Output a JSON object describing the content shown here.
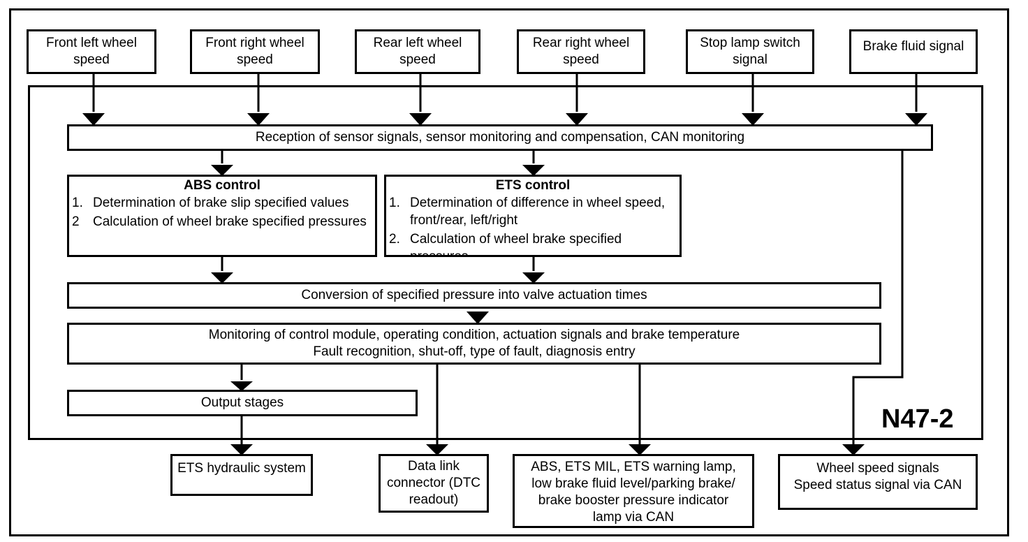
{
  "inputs": [
    {
      "l1": "Front left wheel",
      "l2": "speed"
    },
    {
      "l1": "Front right wheel",
      "l2": "speed"
    },
    {
      "l1": "Rear left wheel",
      "l2": "speed"
    },
    {
      "l1": "Rear right wheel",
      "l2": "speed"
    },
    {
      "l1": "Stop lamp switch",
      "l2": "signal"
    },
    {
      "l1": "Brake fluid signal",
      "l2": ""
    }
  ],
  "reception": "Reception of sensor signals, sensor monitoring and compensation, CAN monitoring",
  "abs": {
    "title": "ABS control",
    "items": [
      {
        "num": "1.",
        "text": "Determination of brake slip specified values"
      },
      {
        "num": "2",
        "text": "Calculation of wheel brake specified pressures"
      }
    ]
  },
  "ets": {
    "title": "ETS control",
    "items": [
      {
        "num": "1.",
        "text": "Determination of difference in wheel speed, front/rear, left/right"
      },
      {
        "num": "2.",
        "text": "Calculation of wheel brake specified pressures"
      }
    ]
  },
  "conversion": "Conversion of specified pressure into valve actuation times",
  "monitoring": {
    "l1": "Monitoring of control module, operating condition, actuation signals and brake temperature",
    "l2": "Fault recognition, shut-off, type of fault, diagnosis entry"
  },
  "output_stages": "Output stages",
  "module_label": "N47-2",
  "outputs": {
    "hydraulic": "ETS hydraulic system",
    "dlc": {
      "l1": "Data link",
      "l2": "connector (DTC",
      "l3": "readout)"
    },
    "lamps": {
      "l1": "ABS, ETS MIL, ETS warning lamp,",
      "l2": "low brake fluid level/parking brake/",
      "l3": "brake booster pressure indicator",
      "l4": "lamp via CAN"
    },
    "wheel_speed": {
      "l1": "Wheel speed signals",
      "l2": "Speed status signal via CAN"
    }
  }
}
